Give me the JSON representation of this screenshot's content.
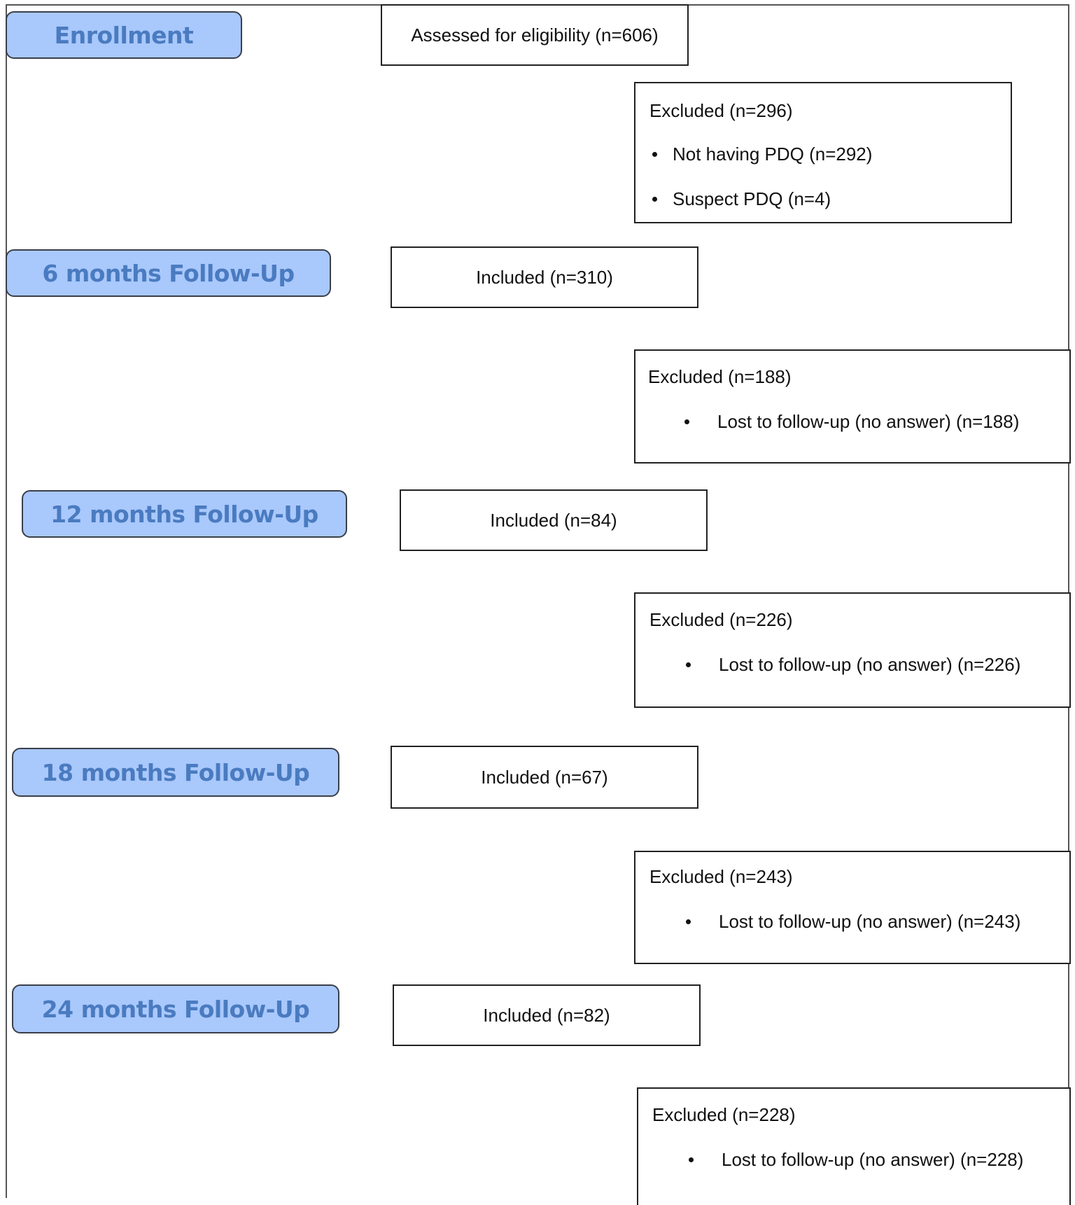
{
  "stages": {
    "enrollment": "Enrollment",
    "m6": "6 months Follow-Up",
    "m12": "12 months Follow-Up",
    "m18": "18 months Follow-Up",
    "m24": "24 months Follow-Up"
  },
  "assessed": "Assessed for eligibility (n=606)",
  "excluded_enrollment": {
    "title": "Excluded  (n=296)",
    "items": [
      "Not having PDQ (n=292)",
      "Suspect PDQ (n=4)"
    ]
  },
  "included": {
    "m6": "Included (n=310)",
    "m12": "Included (n=84)",
    "m18": "Included (n=67)",
    "m24": "Included (n=82)"
  },
  "excluded_after": {
    "m6": {
      "title": "Excluded (n=188)",
      "item": "Lost to follow-up (no answer) (n=188)"
    },
    "m12": {
      "title": "Excluded (n=226)",
      "item": "Lost to follow-up (no answer) (n=226)"
    },
    "m18": {
      "title": "Excluded (n=243)",
      "item": "Lost to follow-up (no answer) (n=243)"
    },
    "m24": {
      "title": "Excluded (n=228)",
      "item": "Lost to follow-up (no answer) (n=228)"
    }
  }
}
